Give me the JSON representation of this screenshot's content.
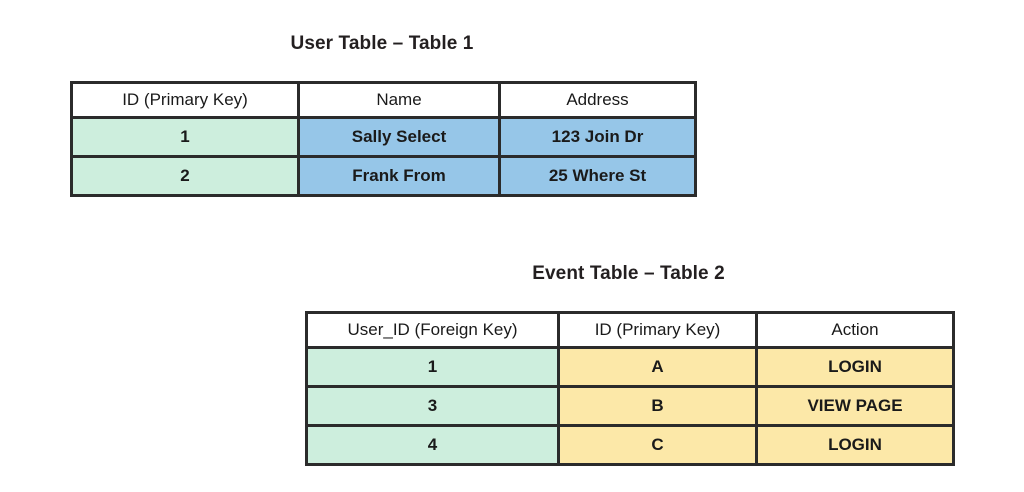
{
  "page": {
    "background_color": "#ffffff",
    "border_color": "#2b2b2b"
  },
  "palette": {
    "key_column_green": "#cdeedd",
    "user_data_blue": "#96c6e8",
    "event_data_yellow": "#fce8a8",
    "header_white": "#ffffff"
  },
  "tables": [
    {
      "id": "user-table",
      "title": "User Table – Table 1",
      "columns": [
        {
          "header": "ID (Primary Key)",
          "fill": "green"
        },
        {
          "header": "Name",
          "fill": "blue"
        },
        {
          "header": "Address",
          "fill": "blue"
        }
      ],
      "rows": [
        [
          "1",
          "Sally Select",
          "123 Join Dr"
        ],
        [
          "2",
          "Frank From",
          "25 Where St"
        ]
      ]
    },
    {
      "id": "event-table",
      "title": "Event Table – Table 2",
      "columns": [
        {
          "header": "User_ID (Foreign Key)",
          "fill": "green"
        },
        {
          "header": "ID (Primary Key)",
          "fill": "yellow"
        },
        {
          "header": "Action",
          "fill": "yellow"
        }
      ],
      "rows": [
        [
          "1",
          "A",
          "LOGIN"
        ],
        [
          "3",
          "B",
          "VIEW PAGE"
        ],
        [
          "4",
          "C",
          "LOGIN"
        ]
      ]
    }
  ]
}
